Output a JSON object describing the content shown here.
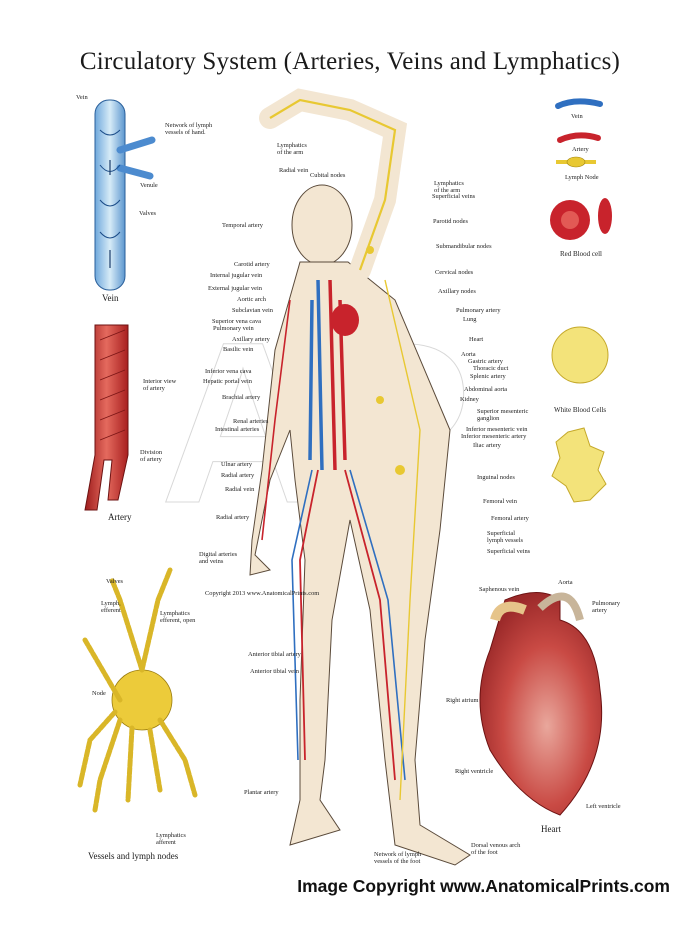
{
  "title": "Circulatory System (Arteries, Veins and Lymphatics)",
  "footer": "Image Copyright www.AnatomicalPrints.com",
  "copyright_small": "Copyright 2013 www.AnatomicalPrints.com",
  "watermark": "AP",
  "vein_panel": {
    "caption": "Vein",
    "labels": [
      "Vein",
      "Venule",
      "Valves"
    ]
  },
  "artery_panel": {
    "caption": "Artery",
    "labels": [
      "Interior view\nof artery",
      "Division\nof artery"
    ]
  },
  "lymph_panel": {
    "caption": "Vessels and lymph nodes",
    "labels": [
      "Valves",
      "Lymph,\nefferent",
      "Lymphatics\nefferent, open",
      "Node",
      "Lymphatics\nafferent"
    ]
  },
  "legend": {
    "vein": "Vein",
    "artery": "Artery",
    "lymph_node": "Lymph Node",
    "rbc": "Red Blood cell",
    "wbc": "White Blood Cells"
  },
  "heart_panel": {
    "caption": "Heart",
    "labels": [
      "Aorta",
      "Pulmonary\nartery",
      "Right atrium",
      "Right ventricle",
      "Left ventricle"
    ]
  },
  "body_labels_left": [
    "Network of lymph\nvessels of hand.",
    "Lymphatics\nof the arm",
    "Radial vein",
    "Cubital nodes",
    "Temporal artery",
    "Carotid artery",
    "Internal jugular vein",
    "External jugular vein",
    "Aortic arch",
    "Subclavian vein",
    "Superior vena cava",
    "Pulmonary vein",
    "Axillary artery",
    "Basilic vein",
    "Inferior vena cava",
    "Hepatic portal vein",
    "Brachial artery",
    "Renal arteries",
    "Intestinal arteries",
    "Ulnar artery",
    "Radial artery",
    "Radial vein",
    "Radial artery",
    "Digital arteries\nand veins",
    "Anterior tibial artery",
    "Anterior tibial vein",
    "Plantar artery",
    "Network of lymph\nvessels of the foot"
  ],
  "body_labels_right": [
    "Lymphatics\nof the arm",
    "Superficial veins",
    "Parotid nodes",
    "Submandibular nodes",
    "Cervical nodes",
    "Axillary nodes",
    "Pulmonary artery",
    "Lung",
    "Heart",
    "Aorta",
    "Gastric artery",
    "Thoracic duct",
    "Splenic artery",
    "Abdominal aorta",
    "Kidney",
    "Superior mesenteric\nganglion",
    "Inferior mesenteric vein",
    "Inferior mesenteric artery",
    "Iliac artery",
    "Inguinal nodes",
    "Femoral vein",
    "Femoral artery",
    "Superficial\nlymph vessels",
    "Superficial veins",
    "Saphenous vein",
    "Dorsal venous arch\nof the foot"
  ],
  "colors": {
    "artery": "#c8232c",
    "vein": "#2f6fc0",
    "lymph": "#e8c832",
    "skin": "#f3e6d2",
    "outline": "#5a4a3a"
  }
}
